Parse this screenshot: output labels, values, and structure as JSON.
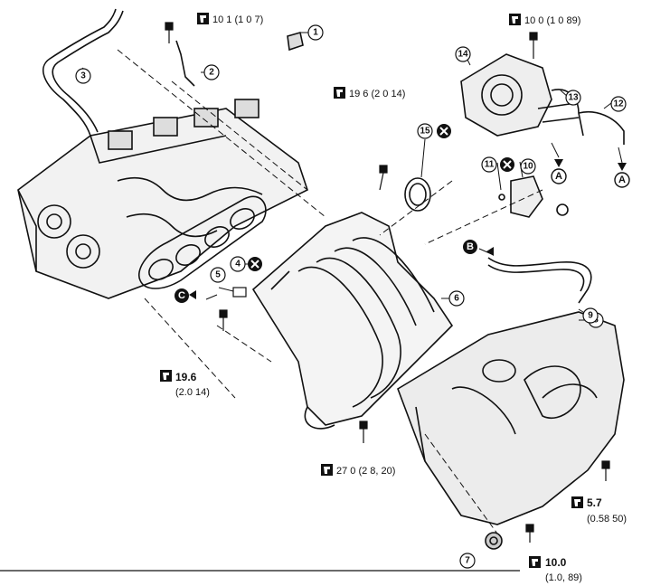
{
  "callouts": [
    {
      "id": "c1",
      "num": "1"
    },
    {
      "id": "c2",
      "num": "2"
    },
    {
      "id": "c3",
      "num": "3"
    },
    {
      "id": "c4",
      "num": "4"
    },
    {
      "id": "c5",
      "num": "5"
    },
    {
      "id": "c6",
      "num": "6"
    },
    {
      "id": "c7",
      "num": "7"
    },
    {
      "id": "c8",
      "num": "8"
    },
    {
      "id": "c9",
      "num": "9"
    },
    {
      "id": "c10",
      "num": "10"
    },
    {
      "id": "c11",
      "num": "11"
    },
    {
      "id": "c12",
      "num": "12"
    },
    {
      "id": "c13",
      "num": "13"
    },
    {
      "id": "c14",
      "num": "14"
    },
    {
      "id": "c15",
      "num": "15"
    }
  ],
  "letters": [
    {
      "id": "a1",
      "text": "A"
    },
    {
      "id": "a2",
      "text": "A"
    },
    {
      "id": "b1",
      "text": "B"
    },
    {
      "id": "cc1",
      "text": "C"
    }
  ],
  "torque": {
    "t1": "10 1 (1 0  7)",
    "t2": "10 0 (1 0  89)",
    "t3": "19 6 (2 0  14)",
    "t4a": "19.6",
    "t4b": "(2.0  14)",
    "t5": "27 0 (2 8, 20)",
    "t6a": "5.7",
    "t6b": "(0.58  50)",
    "t7a": "10.0",
    "t7b": "(1.0, 89)"
  }
}
